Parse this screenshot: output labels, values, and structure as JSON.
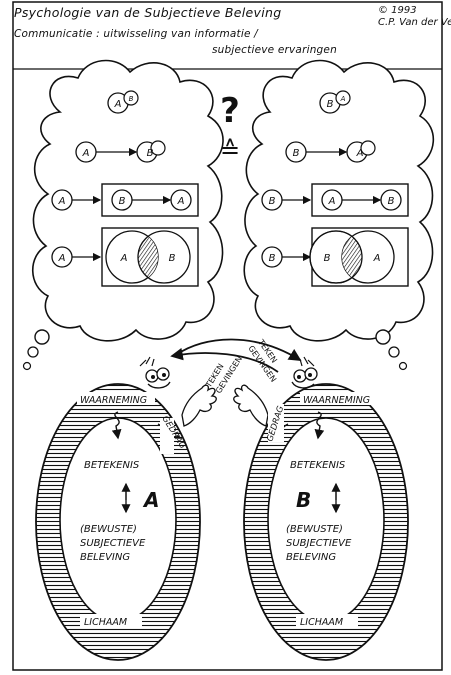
{
  "header": {
    "title": "Psychologie van de Subjectieve Beleving",
    "copyright": "© 1993",
    "author": "C.P. Van der Velde",
    "subtitle_line1": "Communicatie : uitwisseling van informatie /",
    "subtitle_line2": "subjectieve ervaringen"
  },
  "question": {
    "mark": "?",
    "equiv": "≙"
  },
  "bubbles": {
    "left": {
      "r1a": "A",
      "r1b": "B",
      "r2a": "A",
      "r2b": "B",
      "r3out": "A",
      "r3in1": "B",
      "r3in2": "A",
      "r4out": "A",
      "r4in1": "A",
      "r4in2": "B"
    },
    "right": {
      "r1a": "B",
      "r1b": "A",
      "r2a": "B",
      "r2b": "A",
      "r3out": "B",
      "r3in1": "A",
      "r3in2": "B",
      "r4out": "B",
      "r4in1": "B",
      "r4in2": "A"
    }
  },
  "signals": {
    "teken_left_1": "TEKEN",
    "teken_left_2": "GEVINGEN",
    "teken_right_1": "TEKEN",
    "teken_right_2": "GEVINGEN"
  },
  "person_a": {
    "waarneming": "WAARNEMING",
    "gedrag": "GEDRAG",
    "betekenis": "BETEKENIS",
    "letter": "A",
    "bewuste": "(BEWUSTE)",
    "subjectieve": "SUBJECTIEVE",
    "beleving": "BELEVING",
    "lichaam": "LICHAAM"
  },
  "person_b": {
    "waarneming": "WAARNEMING",
    "gedrag": "GEDRAG",
    "betekenis": "BETEKENIS",
    "letter": "B",
    "bewuste": "(BEWUSTE)",
    "subjectieve": "SUBJECTIEVE",
    "beleving": "BELEVING",
    "lichaam": "LICHAAM"
  }
}
